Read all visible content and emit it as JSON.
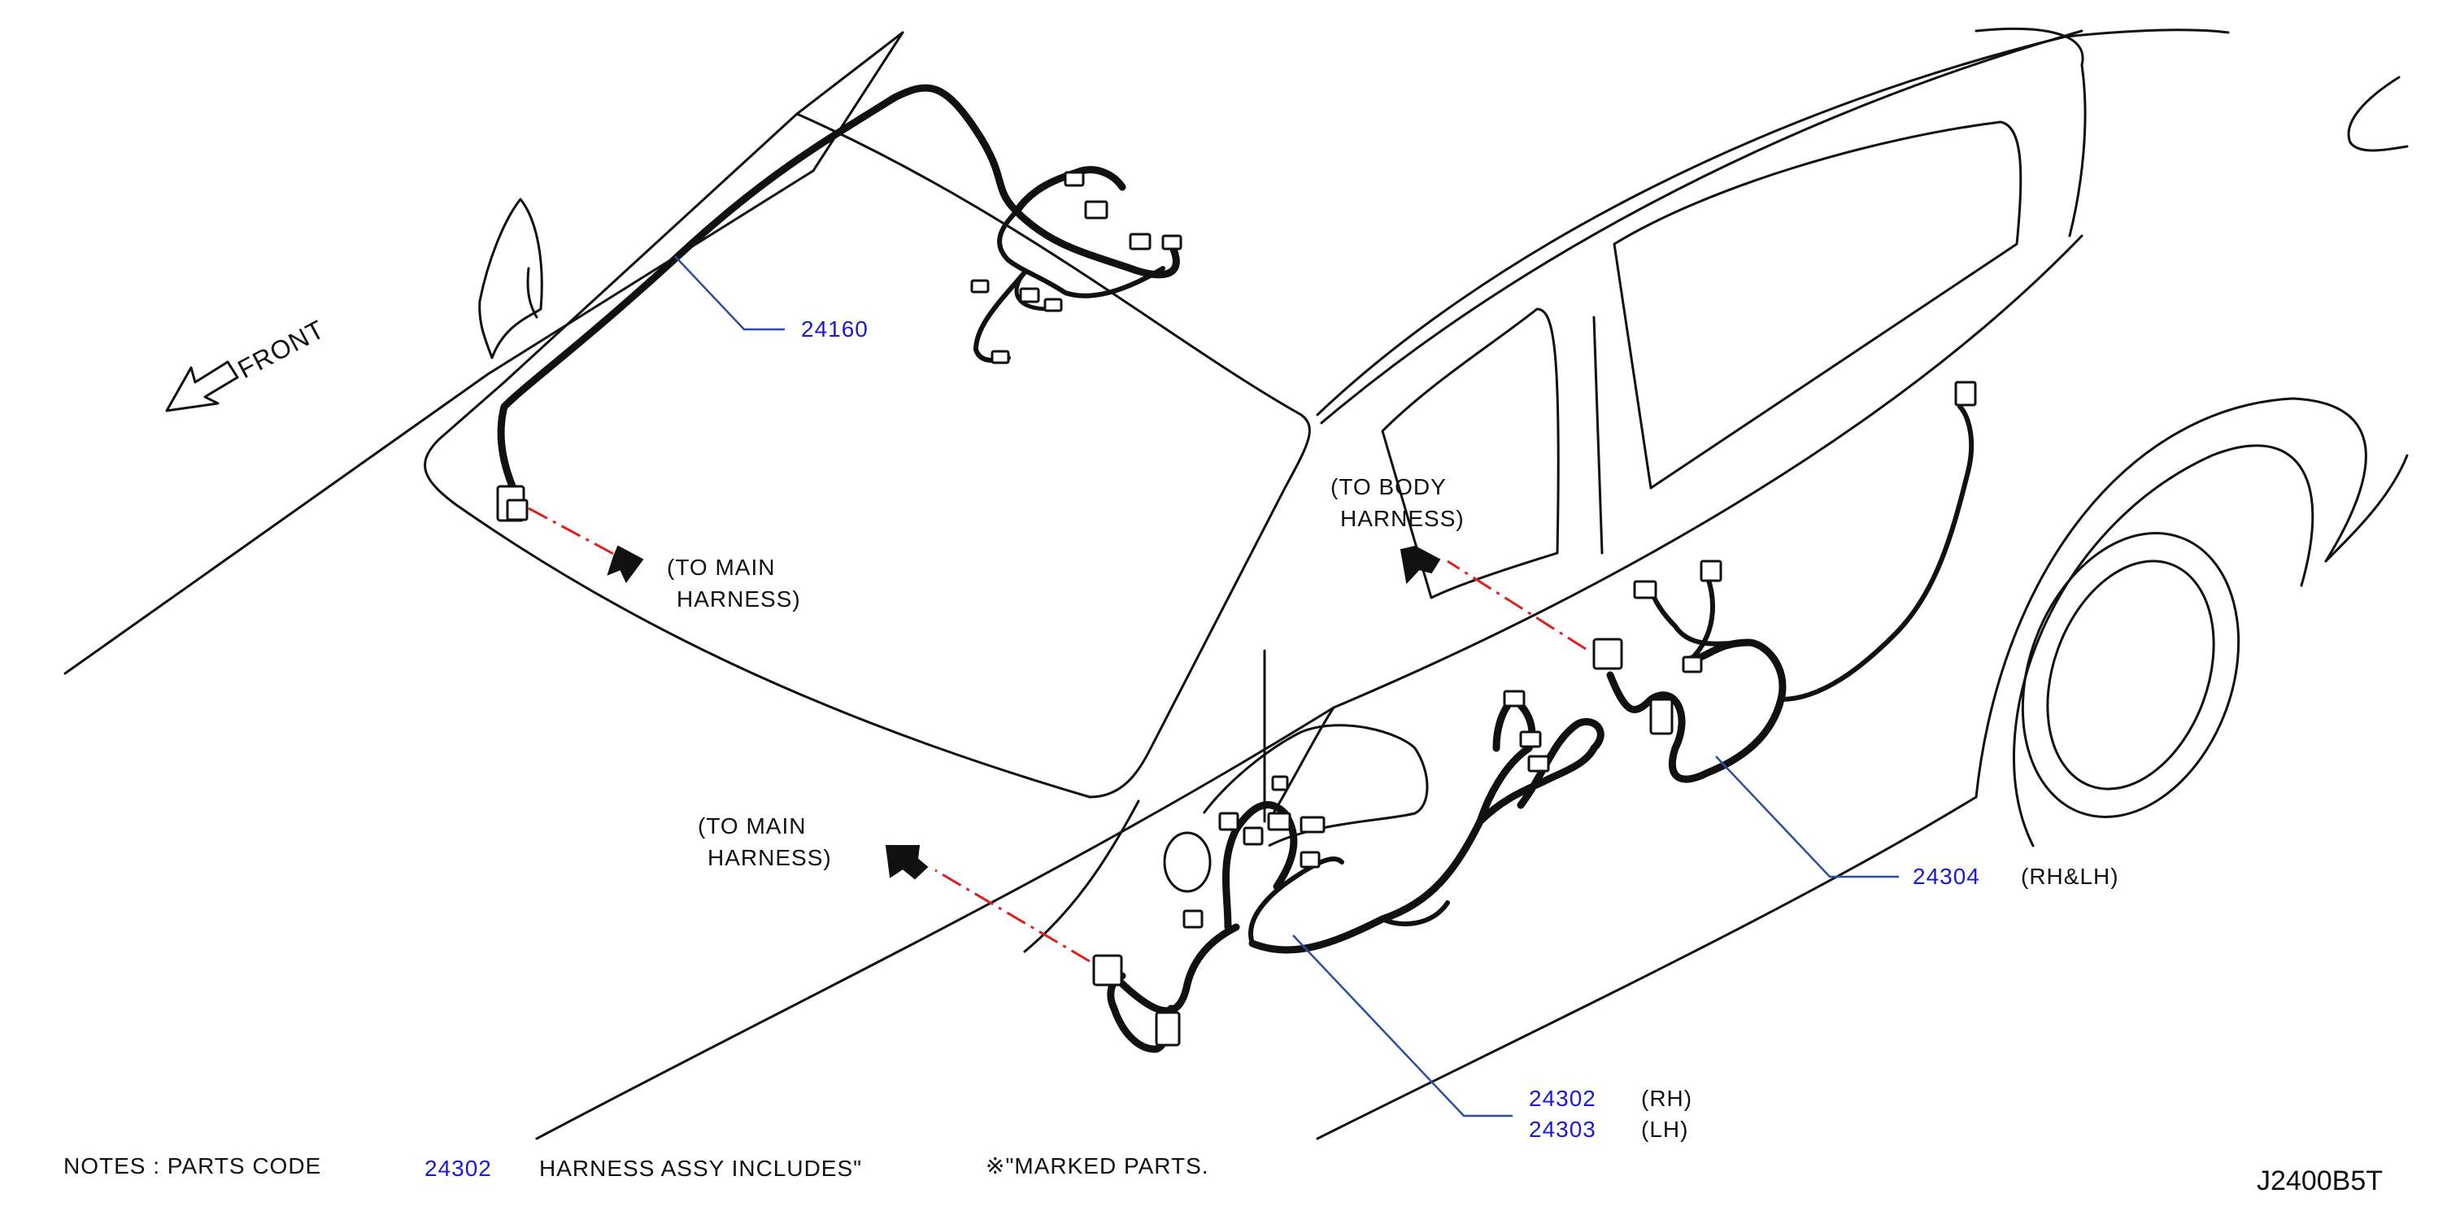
{
  "colors": {
    "outline": "#111111",
    "harness": "#111111",
    "leader": "#2a4fa0",
    "part_code": "#1a1ad0",
    "connector_dash": "#e0201e"
  },
  "front_label": "FRONT",
  "callouts": {
    "roof": {
      "code": "24160"
    },
    "to_main_top": {
      "line1": "(TO   MAIN",
      "line2": "HARNESS)"
    },
    "to_body": {
      "line1": "(TO   BODY",
      "line2": "HARNESS)"
    },
    "to_main_bottom": {
      "line1": "(TO   MAIN",
      "line2": "HARNESS)"
    },
    "rear_door": {
      "code": "24304",
      "side": "(RH&LH)"
    },
    "front_door": {
      "code_rh": "24302",
      "side_rh": "(RH)",
      "code_lh": "24303",
      "side_lh": "(LH)"
    }
  },
  "notes": {
    "prefix": "NOTES   :   PARTS   CODE",
    "code": "24302",
    "middle": "HARNESS   ASSY   INCLUDES\"",
    "suffix": "※\"MARKED   PARTS."
  },
  "diagram_id": "J2400B5T"
}
